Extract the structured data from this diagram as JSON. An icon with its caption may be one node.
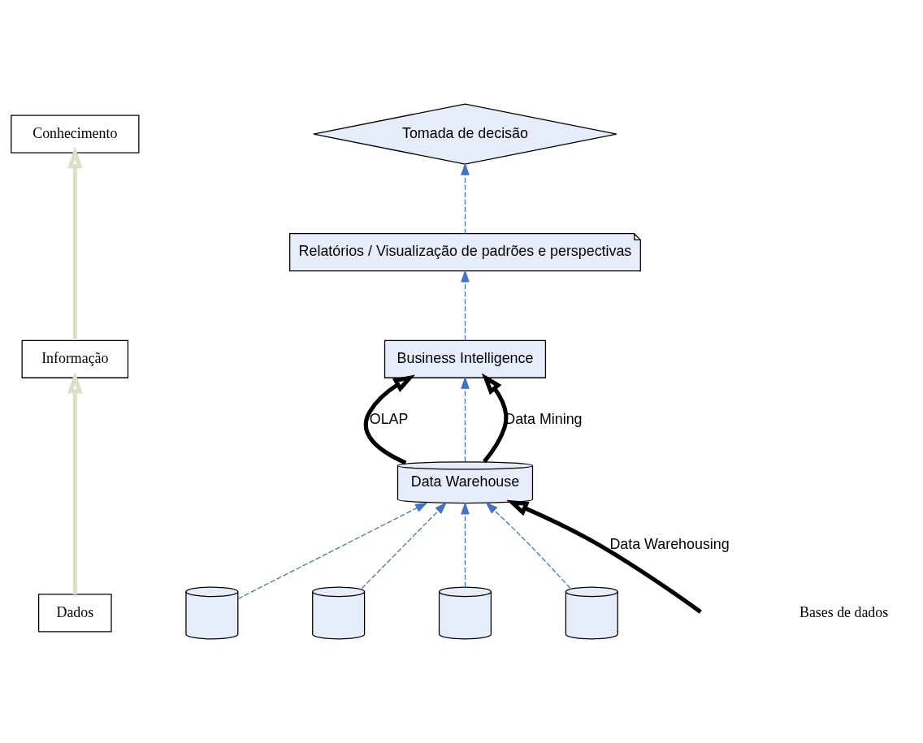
{
  "diagram": {
    "nodes": [
      {
        "text": [
          "Conhecimento"
        ]
      },
      {
        "text": [
          "Informação"
        ]
      },
      {
        "text": [
          "Dados"
        ]
      },
      {
        "text": [
          "Tomada de decisão"
        ]
      },
      {
        "text": [
          "Relatórios / Visualização de padrões e perspectivas"
        ]
      },
      {
        "text": [
          "Business Intelligence"
        ]
      },
      {
        "text": [
          "Data Warehouse"
        ]
      },
      {
        "text": [],
        "shape": "cylinder"
      },
      {
        "text": [],
        "shape": "cylinder"
      },
      {
        "text": [],
        "shape": "cylinder"
      },
      {
        "text": [],
        "shape": "cylinder"
      }
    ],
    "edges": [
      {
        "from": 2,
        "to": 1,
        "arrow": "to",
        "style": "thick",
        "color": "#dde0c8"
      },
      {
        "from": 1,
        "to": 0,
        "arrow": "to",
        "style": "thick",
        "color": "#dde0c8"
      },
      {
        "from": 7,
        "to": 6,
        "arrow": "to",
        "style": "dashed",
        "color": "#4472c4"
      },
      {
        "from": 8,
        "to": 6,
        "arrow": "to",
        "style": "dashed",
        "color": "#4472c4"
      },
      {
        "from": 9,
        "to": 6,
        "arrow": "to",
        "style": "dashed",
        "color": "#4472c4"
      },
      {
        "from": 10,
        "to": 6,
        "arrow": "to",
        "style": "dashed",
        "color": "#4472c4"
      },
      {
        "from": null,
        "to": 6,
        "arrow": "to",
        "style": "thick",
        "color": "#000000",
        "label": "Data Warehousing"
      },
      {
        "from": 6,
        "to": 5,
        "arrow": "to",
        "style": "thick",
        "color": "#000000",
        "label": "OLAP"
      },
      {
        "from": 6,
        "to": 5,
        "arrow": "to",
        "style": "dashed",
        "color": "#4472c4"
      },
      {
        "from": 6,
        "to": 5,
        "arrow": "to",
        "style": "thick",
        "color": "#000000",
        "label": "Data Mining"
      },
      {
        "from": 5,
        "to": 4,
        "arrow": "to",
        "style": "dashed",
        "color": "#4472c4"
      },
      {
        "from": 4,
        "to": 3,
        "arrow": "to",
        "style": "dashed",
        "color": "#4472c4"
      }
    ],
    "labels": [
      "Bases de dados"
    ]
  }
}
